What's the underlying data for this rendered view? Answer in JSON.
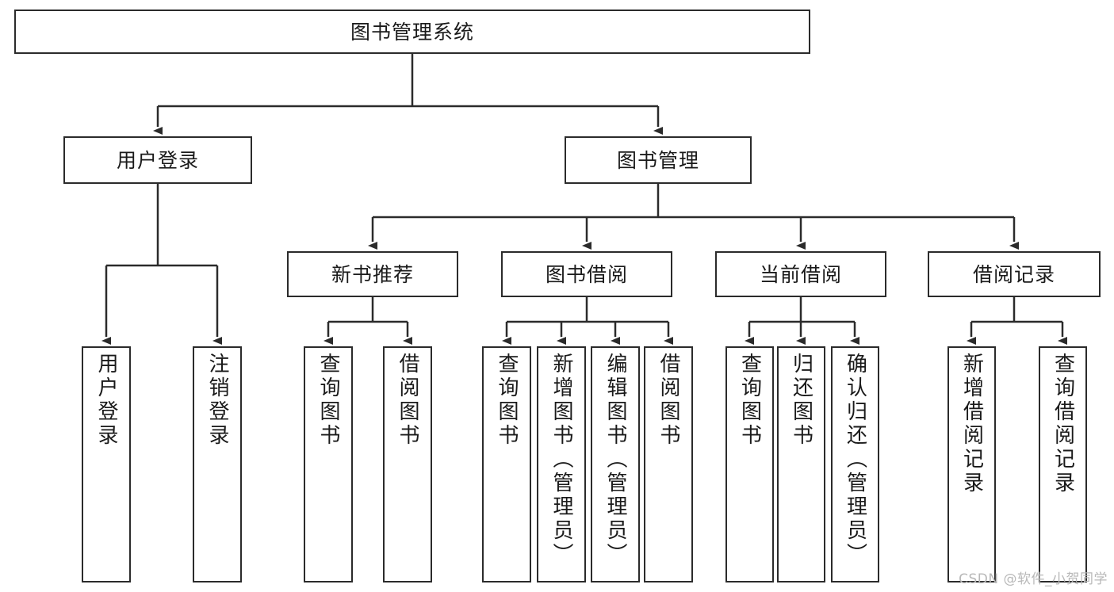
{
  "diagram": {
    "type": "tree",
    "title": "图书管理系统",
    "watermark": "CSDN @软件_小贺同学",
    "style": {
      "box_border_color": "#2b2b2b",
      "box_fill_color": "#ffffff",
      "line_color": "#2b2b2b",
      "text_color": "#1a1a1a",
      "background": "#ffffff"
    },
    "nodes": {
      "root": {
        "label": "图书管理系统"
      },
      "level2": [
        {
          "label": "用户登录"
        },
        {
          "label": "图书管理"
        }
      ],
      "level3": [
        {
          "label": "新书推荐"
        },
        {
          "label": "图书借阅"
        },
        {
          "label": "当前借阅"
        },
        {
          "label": "借阅记录"
        }
      ],
      "leaves_user_login": [
        {
          "label": "用户登录"
        },
        {
          "label": "注销登录"
        }
      ],
      "leaves_new_book": [
        {
          "label": "查询图书"
        },
        {
          "label": "借阅图书"
        }
      ],
      "leaves_borrow": [
        {
          "label": "查询图书"
        },
        {
          "label": "新增图书（管理员）"
        },
        {
          "label": "编辑图书（管理员）"
        },
        {
          "label": "借阅图书"
        }
      ],
      "leaves_current": [
        {
          "label": "查询图书"
        },
        {
          "label": "归还图书"
        },
        {
          "label": "确认归还（管理员）"
        }
      ],
      "leaves_records": [
        {
          "label": "新增借阅记录"
        },
        {
          "label": "查询借阅记录"
        }
      ]
    }
  }
}
